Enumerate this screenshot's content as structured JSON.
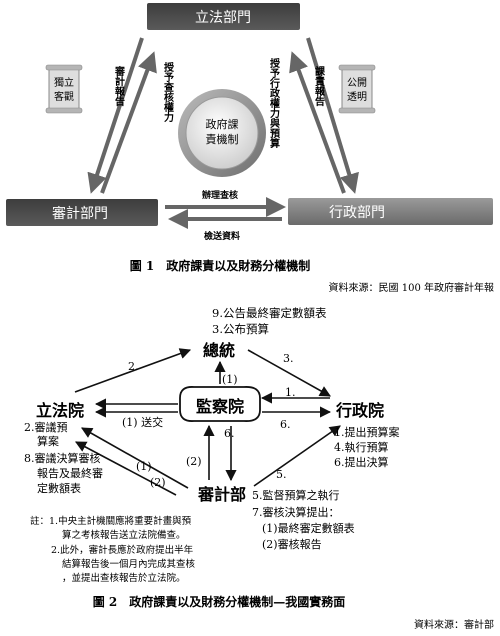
{
  "fig1": {
    "legislative": "立法部門",
    "executive": "行政部門",
    "audit": "審計部門",
    "center_line1": "政府課",
    "center_line2": "責機制",
    "scroll_left_line1": "獨立",
    "scroll_left_line2": "客觀",
    "scroll_right_line1": "公開",
    "scroll_right_line2": "透明",
    "arrow_audit_report_left": "審計報告",
    "arrow_authorize_audit": "授予查核權力",
    "arrow_authorize_exec": "授予行政權力與預算",
    "arrow_account_report": "課責報告",
    "arrow_audit_check": "辦理查核",
    "arrow_send_data": "檢送資料",
    "caption": "圖 1　政府課責以及財務分權機制",
    "source": "資料來源：民國 100 年政府審計年報"
  },
  "fig2": {
    "president": "總統",
    "legislature": "立法院",
    "control": "監察院",
    "executive_yuan": "行政院",
    "audit_ministry": "審計部",
    "note_9": "9.公告最終審定數額表",
    "note_3pub": "3.公布預算",
    "num_2": "2.",
    "num_3": "3.",
    "num_1": "1.",
    "num_6": "6.",
    "num_5": "5.",
    "p1": "(1)",
    "p1_send": "(1) 送交",
    "p2": "(2)",
    "p1b": "(1)",
    "p2b": "(2)",
    "leg_items": [
      "2.審議預",
      "算案",
      "8.審議決算審核",
      "報告及最終審",
      "定數額表"
    ],
    "exec_items": [
      "1.提出預算案",
      "4.執行預算",
      "6.提出決算"
    ],
    "audit_items": [
      "5.監督預算之執行",
      "7.審核決算提出：",
      "(1)最終審定數額表",
      "(2)審核報告"
    ],
    "footnotes": [
      "註：1.中央主計機關應將重要計畫與預",
      "算之考核報告送立法院備查。",
      "2.此外，審計長應於政府提出半年",
      "結算報告後一個月內完成其查核",
      "，並提出查核報告於立法院。"
    ],
    "caption": "圖 2　政府課責以及財務分權機制—我國實務面",
    "source": "資料來源：審計部"
  }
}
